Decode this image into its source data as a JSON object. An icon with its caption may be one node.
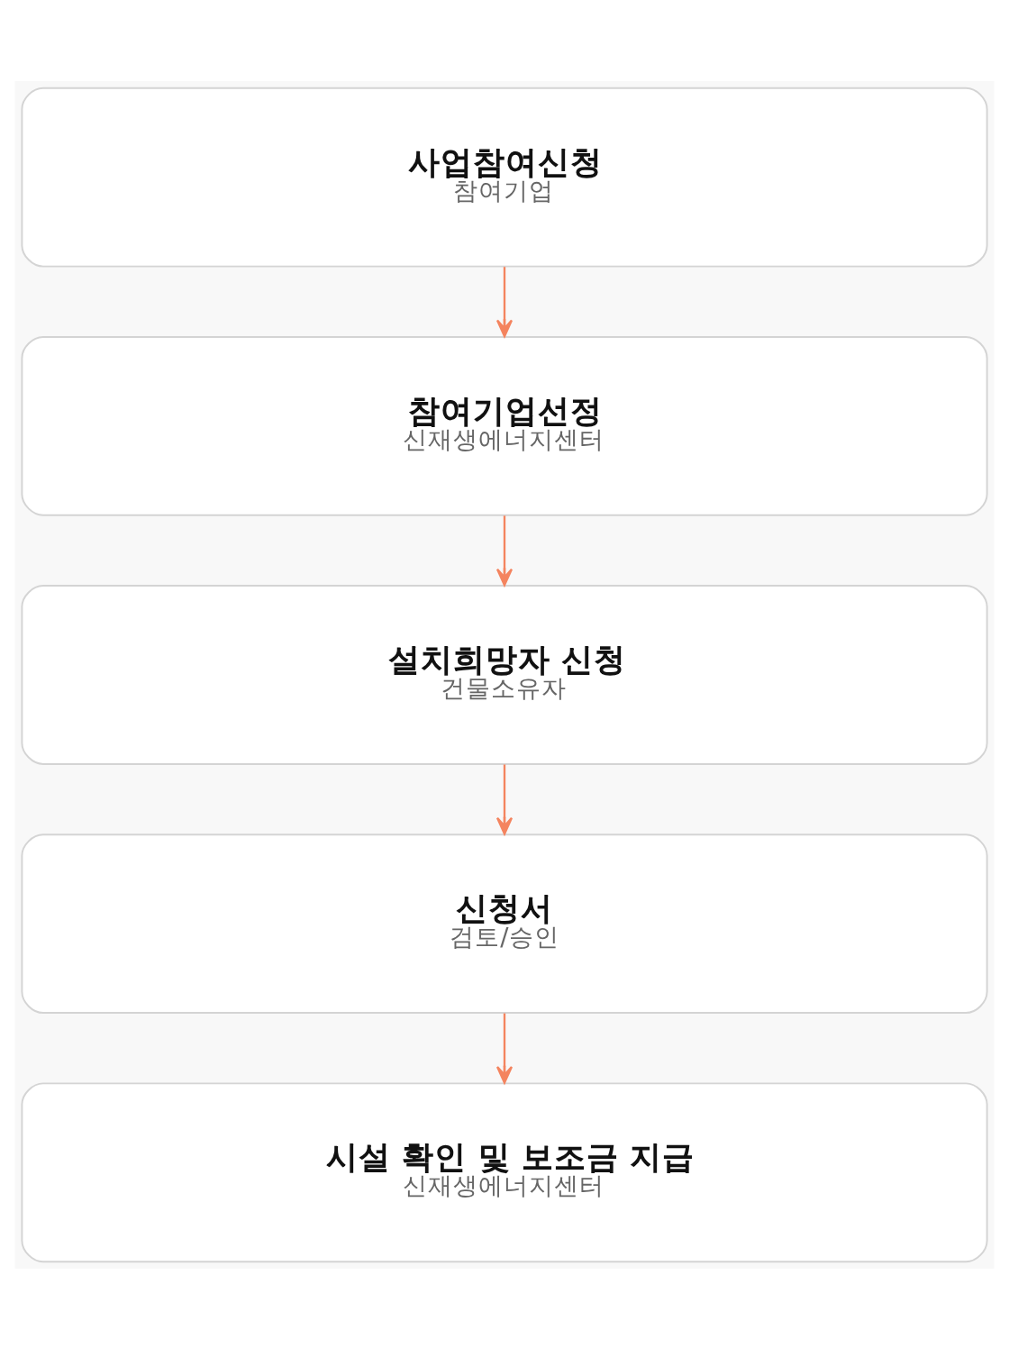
{
  "diagram": {
    "nodes": [
      {
        "text": [
          "사업참여신청",
          "참여기업"
        ]
      },
      {
        "text": [
          "참여기업선정",
          "신재생에너지센터"
        ]
      },
      {
        "text": [
          "설치희망자 신청",
          "건물소유자"
        ]
      },
      {
        "text": [
          "신청서",
          "검토/승인"
        ]
      },
      {
        "text": [
          "시설 확인 및 보조금 지급",
          "신재생에너지센터"
        ]
      }
    ],
    "edges": [
      {
        "from": 0,
        "to": 1,
        "arrow": "to"
      },
      {
        "from": 1,
        "to": 2,
        "arrow": "to"
      },
      {
        "from": 2,
        "to": 3,
        "arrow": "to"
      },
      {
        "from": 3,
        "to": 4,
        "arrow": "to"
      }
    ]
  }
}
